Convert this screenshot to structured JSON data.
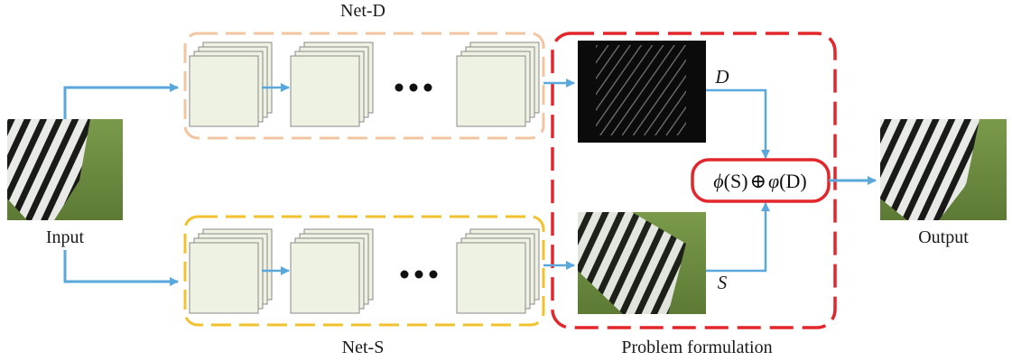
{
  "labels": {
    "net_d": "Net-D",
    "net_s": "Net-S",
    "input": "Input",
    "output": "Output",
    "problem": "Problem formulation",
    "d": "D",
    "s": "S"
  },
  "formula": {
    "phi": "ϕ",
    "s_arg": "(S)",
    "oplus": "⊕",
    "varphi": "φ",
    "d_arg": "(D)"
  },
  "colors": {
    "arrow": "#5aa7dc",
    "net_d_border": "#f2c4a0",
    "net_s_border": "#f2c12e",
    "problem_border": "#e3262c",
    "feature_fill": "#edf2e3",
    "feature_stroke": "#8a8a8a"
  }
}
